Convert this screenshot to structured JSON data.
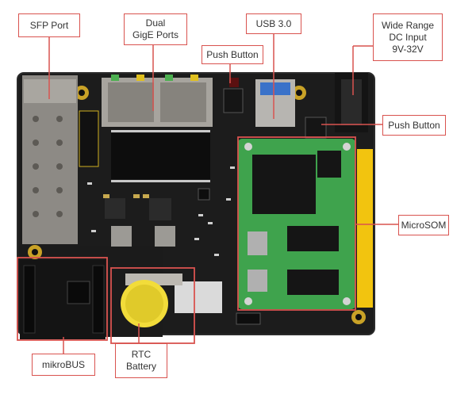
{
  "labels": {
    "sfp_port": [
      "SFP Port"
    ],
    "dual_gige": [
      "Dual",
      "GigE Ports"
    ],
    "usb3": [
      "USB 3.0"
    ],
    "wide_range_dc": [
      "Wide Range",
      "DC Input",
      "9V-32V"
    ],
    "push_button_top": [
      "Push Button"
    ],
    "push_button_right": [
      "Push Button"
    ],
    "microsom": [
      "MicroSOM"
    ],
    "mikrobus": [
      "mikroBUS"
    ],
    "rtc_battery": [
      "RTC",
      "Battery"
    ]
  },
  "colors": {
    "callout": "#d9534f",
    "pcb": "#1a1a1a",
    "som": "#3fa34d",
    "header": "#f2c40f",
    "gold": "#c9a227"
  }
}
